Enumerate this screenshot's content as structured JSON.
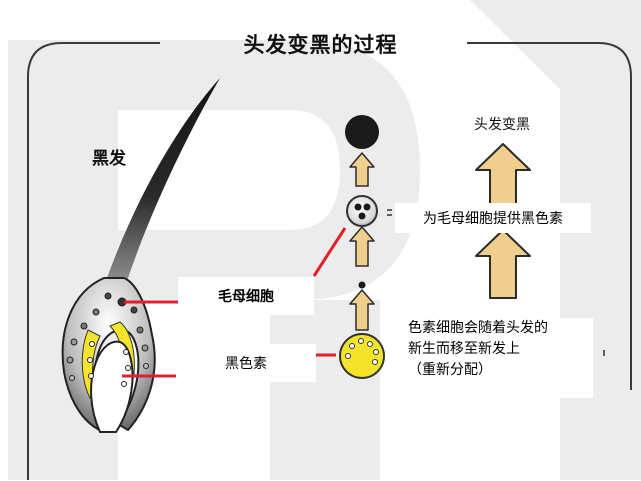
{
  "title": "头发变黑的过程",
  "labels": {
    "black_hair": "黑发",
    "dermal_papilla": "毛母细胞",
    "melanin": "黑色素",
    "hair_darkens": "头发变黑",
    "supplies_melanin": "为毛母细胞提供黑色素",
    "redistribution": [
      "色素细胞会随着头发的",
      "新生而移至新发上",
      "（重新分配）"
    ]
  },
  "icons": {
    "bulb_dots": "melanin-granule",
    "up_arrow": "up-arrow"
  },
  "colors": {
    "arrow_fill": "#f0cf8e",
    "arrow_stroke": "#2b2b2b",
    "pointer_line": "#e0202c",
    "melanin_yellow": "#f3e32a",
    "hair_black": "#1a1a1a",
    "watermark": "#e6e6e6"
  }
}
